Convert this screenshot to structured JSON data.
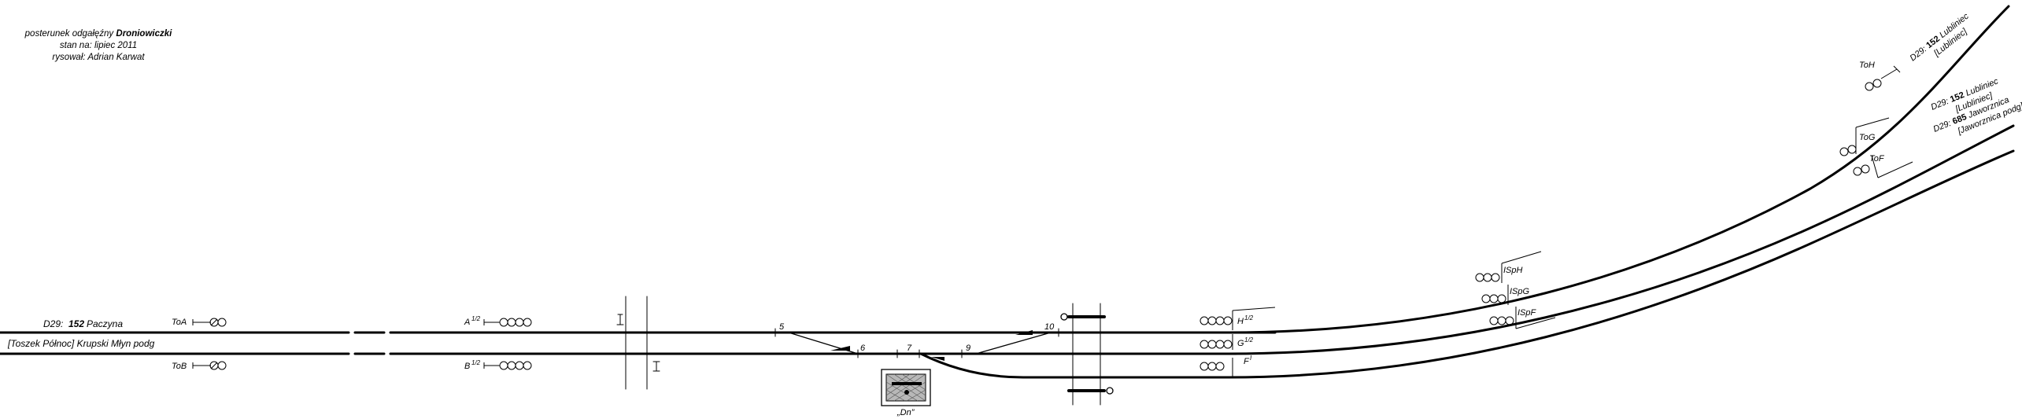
{
  "header": {
    "title_prefix": "posterunek odgałęźny",
    "title_name": "Droniowiczki",
    "status": "stan na: lipiec 2011",
    "author": "rysował: Adrian Karwat"
  },
  "lines_left": {
    "upper": {
      "code": "D29:",
      "number": "152",
      "name": "Paczyna"
    },
    "lower": {
      "label": "[Toszek Północ] Krupski Młyn podg"
    }
  },
  "signals": {
    "ToA": "ToA",
    "ToB": "ToB",
    "A": "A",
    "A_sup": "1/2",
    "B": "B",
    "B_sup": "1/2",
    "H": "H",
    "H_sup": "1/2",
    "G": "G",
    "G_sup": "1/2",
    "F": "F",
    "F_sup": "I",
    "SpH": "ISpH",
    "SpG": "ISpG",
    "SpF": "ISpF",
    "ToH": "ToH",
    "ToG": "ToG",
    "ToF": "ToF"
  },
  "switches": {
    "s5": "5",
    "s6": "6",
    "s7": "7",
    "s9": "9",
    "s10": "10"
  },
  "post_label": "„Dn”",
  "lines_right": {
    "top": {
      "code": "D29:",
      "number": "152",
      "name": "Lubliniec",
      "bracket": "[Lubliniec]"
    },
    "middle": {
      "code": "D29:",
      "number": "152",
      "name": "Lubliniec",
      "bracket": "[Lubliniec]"
    },
    "bottom": {
      "code": "D29:",
      "number": "685",
      "name": "Jaworznica",
      "bracket": "[Jaworznica podg]"
    }
  }
}
